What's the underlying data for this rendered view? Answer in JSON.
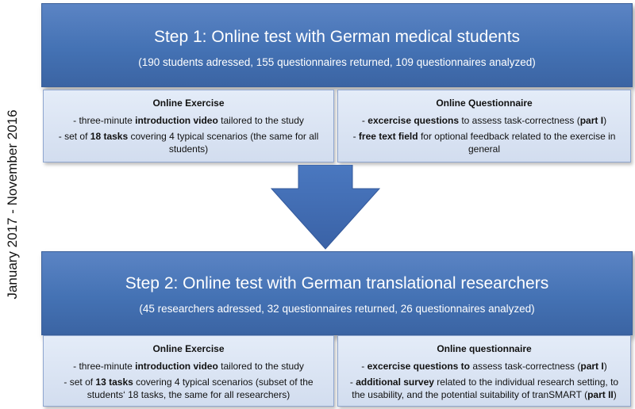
{
  "side_label": "January 2017 - November 2016",
  "step1": {
    "title": "Step 1: Online test with German medical students",
    "subtitle": "(190 students adressed, 155 questionnaires returned, 109 questionnaires analyzed)",
    "exercise": {
      "heading": "Online Exercise",
      "line1": {
        "pre": "- three-minute ",
        "bold": "introduction video",
        "post": " tailored to the study"
      },
      "line2": {
        "pre": "- set of ",
        "bold": "18 tasks",
        "post": " covering 4 typical scenarios (the same for all students)"
      }
    },
    "questionnaire": {
      "heading": "Online Questionnaire",
      "line1": {
        "pre": "- ",
        "bold": "excercise questions",
        "post": " to assess task-correctness (",
        "bold2": "part I",
        "post2": ")"
      },
      "line2": {
        "pre": "- ",
        "bold": "free text field",
        "post": " for optional feedback related to the exercise in general"
      }
    }
  },
  "step2": {
    "title": "Step 2: Online test with German translational researchers",
    "subtitle": "(45 researchers adressed, 32 questionnaires returned, 26 questionnaires analyzed)",
    "exercise": {
      "heading": "Online Exercise",
      "line1": {
        "pre": "- three-minute ",
        "bold": "introduction video",
        "post": " tailored to the study"
      },
      "line2": {
        "pre": "- set of ",
        "bold": "13 tasks",
        "post": " covering 4 typical scenarios (subset of the students‘ 18 tasks, the same for all researchers)"
      }
    },
    "questionnaire": {
      "heading": "Online questionnaire",
      "line1": {
        "pre": "- ",
        "bold": "excercise questions to",
        "post": " assess task-correctness (",
        "bold2": "part I",
        "post2": ")"
      },
      "line2": {
        "pre": "- ",
        "bold": "additional survey",
        "post": " related to the individual research setting,  to the usability, and the potential suitability of tranSMART (",
        "bold2": "part II",
        "post2": ")"
      }
    }
  },
  "colors": {
    "step_fill": "#4472b4",
    "box_fill": "#d9e2f3",
    "arrow_fill": "#3d68b0"
  }
}
